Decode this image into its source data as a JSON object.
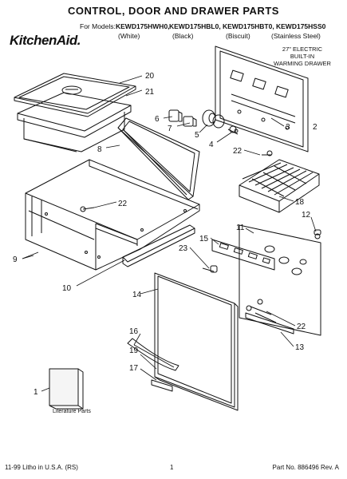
{
  "header": {
    "title": "CONTROL, DOOR AND DRAWER PARTS",
    "brand": "KitchenAid.",
    "models_label": "For Models:",
    "models": [
      "KEWD175HWH0,",
      "KEWD175HBL0,",
      "KEWD175HBT0,",
      "KEWD175HSS0"
    ],
    "colours": [
      "(White)",
      "(Black)",
      "(Biscuit)",
      "(Stainless Steel)"
    ],
    "product_lines": [
      "27\" ELECTRIC",
      "BUILT-IN",
      "WARMING DRAWER"
    ]
  },
  "callouts": [
    {
      "id": "1",
      "label": "1"
    },
    {
      "id": "2",
      "label": "2"
    },
    {
      "id": "3",
      "label": "3"
    },
    {
      "id": "4",
      "label": "4"
    },
    {
      "id": "5",
      "label": "5"
    },
    {
      "id": "6",
      "label": "6"
    },
    {
      "id": "7",
      "label": "7"
    },
    {
      "id": "8",
      "label": "8"
    },
    {
      "id": "9",
      "label": "9"
    },
    {
      "id": "10",
      "label": "10"
    },
    {
      "id": "11",
      "label": "11"
    },
    {
      "id": "12",
      "label": "12"
    },
    {
      "id": "13",
      "label": "13"
    },
    {
      "id": "14",
      "label": "14"
    },
    {
      "id": "15",
      "label": "15"
    },
    {
      "id": "16",
      "label": "16"
    },
    {
      "id": "17",
      "label": "17"
    },
    {
      "id": "18",
      "label": "18"
    },
    {
      "id": "19",
      "label": "19"
    },
    {
      "id": "20",
      "label": "20"
    },
    {
      "id": "21",
      "label": "21"
    },
    {
      "id": "22a",
      "label": "22"
    },
    {
      "id": "22b",
      "label": "22"
    },
    {
      "id": "22c",
      "label": "22"
    },
    {
      "id": "23",
      "label": "23"
    }
  ],
  "literature_label": "Literature Parts",
  "footer": {
    "left": "11-99 Litho in U.S.A. (RS)",
    "page": "1",
    "part_no": "Part No. 886496 Rev. A"
  }
}
